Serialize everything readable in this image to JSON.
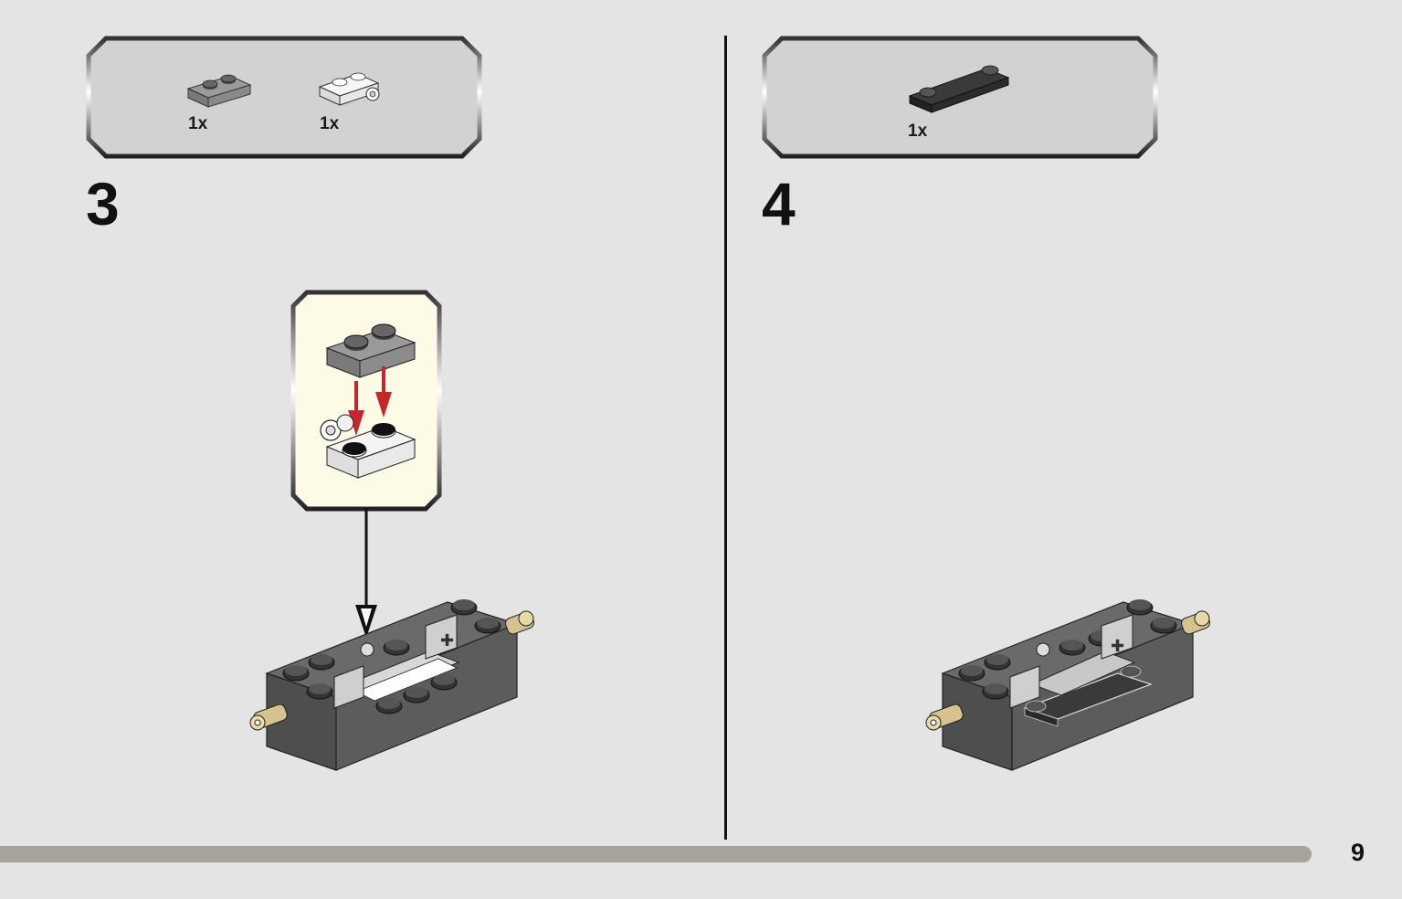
{
  "steps": [
    {
      "number": "3",
      "parts": [
        {
          "qty": "1x",
          "name": "plate-1x2-gray-icon"
        },
        {
          "qty": "1x",
          "name": "hinge-plate-1x2-white-icon"
        }
      ],
      "callout": true
    },
    {
      "number": "4",
      "parts": [
        {
          "qty": "1x",
          "name": "plate-1x4-black-icon"
        }
      ],
      "callout": false
    }
  ],
  "page_number": "9",
  "colors": {
    "background": "#e4e4e4",
    "parts_box": "#d2d2d2",
    "callout_bg": "#fdfbe6",
    "arrow_red": "#c8242c",
    "brick_dark": "#5a5a5a",
    "brick_light": "#cfcfcf",
    "pin_tan": "#d6c28e",
    "progress": "#a8a29c"
  }
}
